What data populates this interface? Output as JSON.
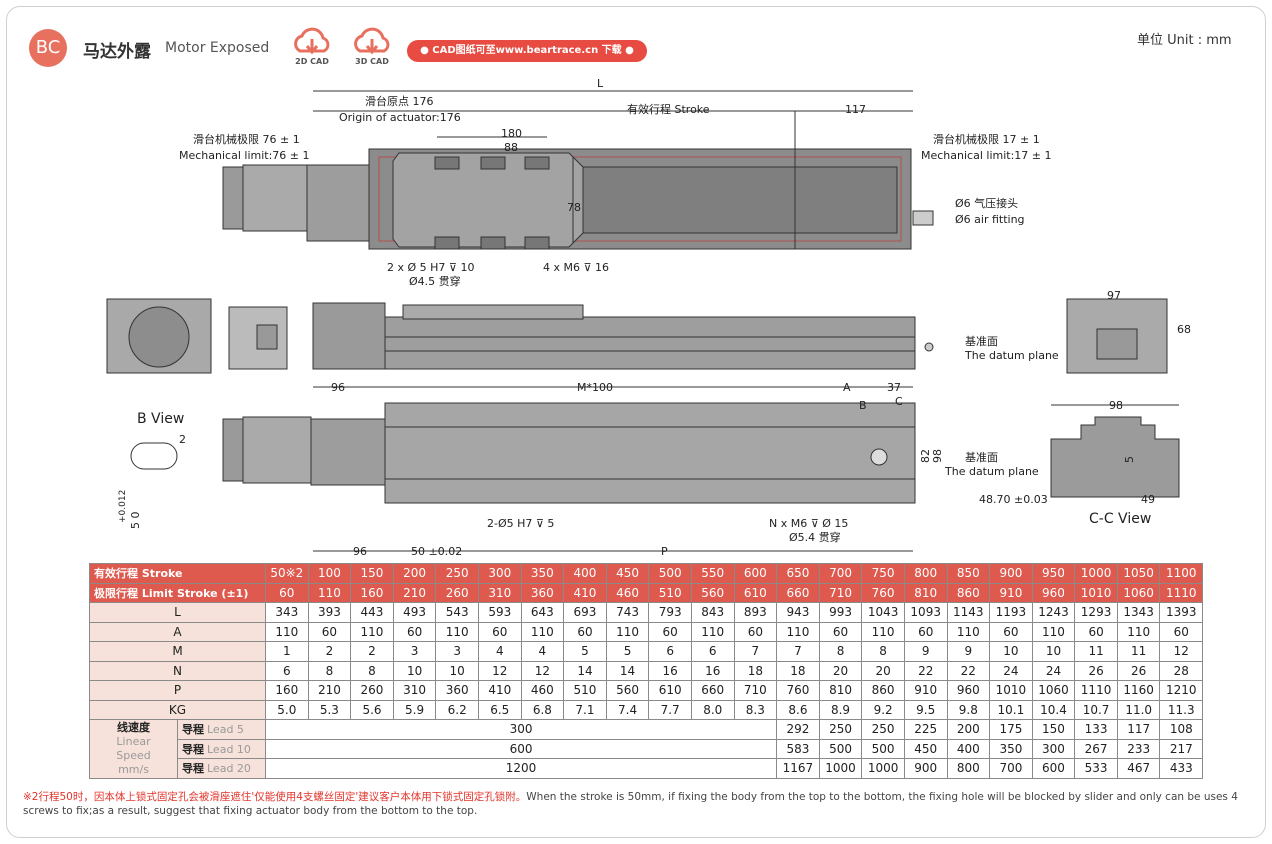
{
  "header": {
    "badge": "BC",
    "series_cn": "马达外露",
    "series_en": "Motor Exposed",
    "cad2d": "2D CAD",
    "cad3d": "3D CAD",
    "download": "● CAD图纸可至www.beartrace.cn 下载 ●",
    "unit": "单位  Unit : mm"
  },
  "drawing": {
    "L": "L",
    "origin_cn": "滑台原点  176",
    "origin_en": "Origin of actuator:176",
    "stroke": "有效行程  Stroke",
    "d117": "117",
    "d180": "180",
    "d88": "88",
    "d78": "78",
    "mech_left_cn": "滑台机械极限 76 ± 1",
    "mech_left_en": "Mechanical limit:76 ± 1",
    "mech_right_cn": "滑台机械极限 17 ± 1",
    "mech_right_en": "Mechanical limit:17 ± 1",
    "air_cn": "Ø6 气压接头",
    "air_en": "Ø6 air fitting",
    "hole1": "2 x Ø 5 H7 ⊽ 10",
    "hole1b": "Ø4.5 贯穿",
    "hole2": "4 x M6 ⊽ 16",
    "d97": "97",
    "d68": "68",
    "datum_cn": "基准面",
    "datum_en": "The datum plane",
    "d96a": "96",
    "m100": "M*100",
    "A": "A",
    "d37": "37",
    "C": "C",
    "B": "B",
    "bview": "B View",
    "d2": "2",
    "tol": "+0.012",
    "d5": "5   0",
    "d82": "82",
    "d98v": "98",
    "hole3": "2-Ø5 H7 ⊽ 5",
    "hole4": "N x M6 ⊽  Ø 15",
    "hole4b": "Ø5.4 贯穿",
    "d96b": "96",
    "d50": "50 ±0.02",
    "P": "P",
    "d98": "98",
    "d4870": "48.70 ±0.03",
    "d49": "49",
    "d5b": "5",
    "ccview": "C-C View"
  },
  "table": {
    "stroke_label_cn": "有效行程",
    "stroke_label_en": "Stroke",
    "limit_label_cn": "极限行程",
    "limit_label_en": "Limit Stroke (±1)",
    "stroke": [
      "50※2",
      "100",
      "150",
      "200",
      "250",
      "300",
      "350",
      "400",
      "450",
      "500",
      "550",
      "600",
      "650",
      "700",
      "750",
      "800",
      "850",
      "900",
      "950",
      "1000",
      "1050",
      "1100"
    ],
    "limit": [
      "60",
      "110",
      "160",
      "210",
      "260",
      "310",
      "360",
      "410",
      "460",
      "510",
      "560",
      "610",
      "660",
      "710",
      "760",
      "810",
      "860",
      "910",
      "960",
      "1010",
      "1060",
      "1110"
    ],
    "rows": [
      {
        "label": "L",
        "values": [
          "343",
          "393",
          "443",
          "493",
          "543",
          "593",
          "643",
          "693",
          "743",
          "793",
          "843",
          "893",
          "943",
          "993",
          "1043",
          "1093",
          "1143",
          "1193",
          "1243",
          "1293",
          "1343",
          "1393"
        ]
      },
      {
        "label": "A",
        "values": [
          "110",
          "60",
          "110",
          "60",
          "110",
          "60",
          "110",
          "60",
          "110",
          "60",
          "110",
          "60",
          "110",
          "60",
          "110",
          "60",
          "110",
          "60",
          "110",
          "60",
          "110",
          "60"
        ]
      },
      {
        "label": "M",
        "values": [
          "1",
          "2",
          "2",
          "3",
          "3",
          "4",
          "4",
          "5",
          "5",
          "6",
          "6",
          "7",
          "7",
          "8",
          "8",
          "9",
          "9",
          "10",
          "10",
          "11",
          "11",
          "12"
        ]
      },
      {
        "label": "N",
        "values": [
          "6",
          "8",
          "8",
          "10",
          "10",
          "12",
          "12",
          "14",
          "14",
          "16",
          "16",
          "18",
          "18",
          "20",
          "20",
          "22",
          "22",
          "24",
          "24",
          "26",
          "26",
          "28"
        ]
      },
      {
        "label": "P",
        "values": [
          "160",
          "210",
          "260",
          "310",
          "360",
          "410",
          "460",
          "510",
          "560",
          "610",
          "660",
          "710",
          "760",
          "810",
          "860",
          "910",
          "960",
          "1010",
          "1060",
          "1110",
          "1160",
          "1210"
        ]
      },
      {
        "label": "KG",
        "values": [
          "5.0",
          "5.3",
          "5.6",
          "5.9",
          "6.2",
          "6.5",
          "6.8",
          "7.1",
          "7.4",
          "7.7",
          "8.0",
          "8.3",
          "8.6",
          "8.9",
          "9.2",
          "9.5",
          "9.8",
          "10.1",
          "10.4",
          "10.7",
          "11.0",
          "11.3"
        ]
      }
    ],
    "speed_cn": "线速度",
    "speed_en1": "Linear",
    "speed_en2": "Speed",
    "speed_unit": "mm/s",
    "lead_cn": "导程",
    "speeds": [
      {
        "lead": "Lead 5",
        "merged": "300",
        "values": [
          "292",
          "250",
          "250",
          "225",
          "200",
          "175",
          "150",
          "133",
          "117",
          "108"
        ]
      },
      {
        "lead": "Lead 10",
        "merged": "600",
        "values": [
          "583",
          "500",
          "500",
          "450",
          "400",
          "350",
          "300",
          "267",
          "233",
          "217"
        ]
      },
      {
        "lead": "Lead 20",
        "merged": "1200",
        "values": [
          "1167",
          "1000",
          "1000",
          "900",
          "800",
          "700",
          "600",
          "533",
          "467",
          "433"
        ]
      }
    ]
  },
  "note": {
    "cn": "※2行程50时，因本体上锁式固定孔会被滑座遮住'仅能使用4支螺丝固定'建议客户本体用下锁式固定孔锁附。",
    "en": "When the stroke is 50mm, if fixing the body from the top to the bottom, the fixing hole will be blocked by slider and only can be uses 4 screws to fix;as a result, suggest that fixing actuator body from the bottom to the top."
  },
  "colors": {
    "accent": "#de5a4f",
    "row_bg": "#f6e2da",
    "body": "#8a8a8a"
  }
}
